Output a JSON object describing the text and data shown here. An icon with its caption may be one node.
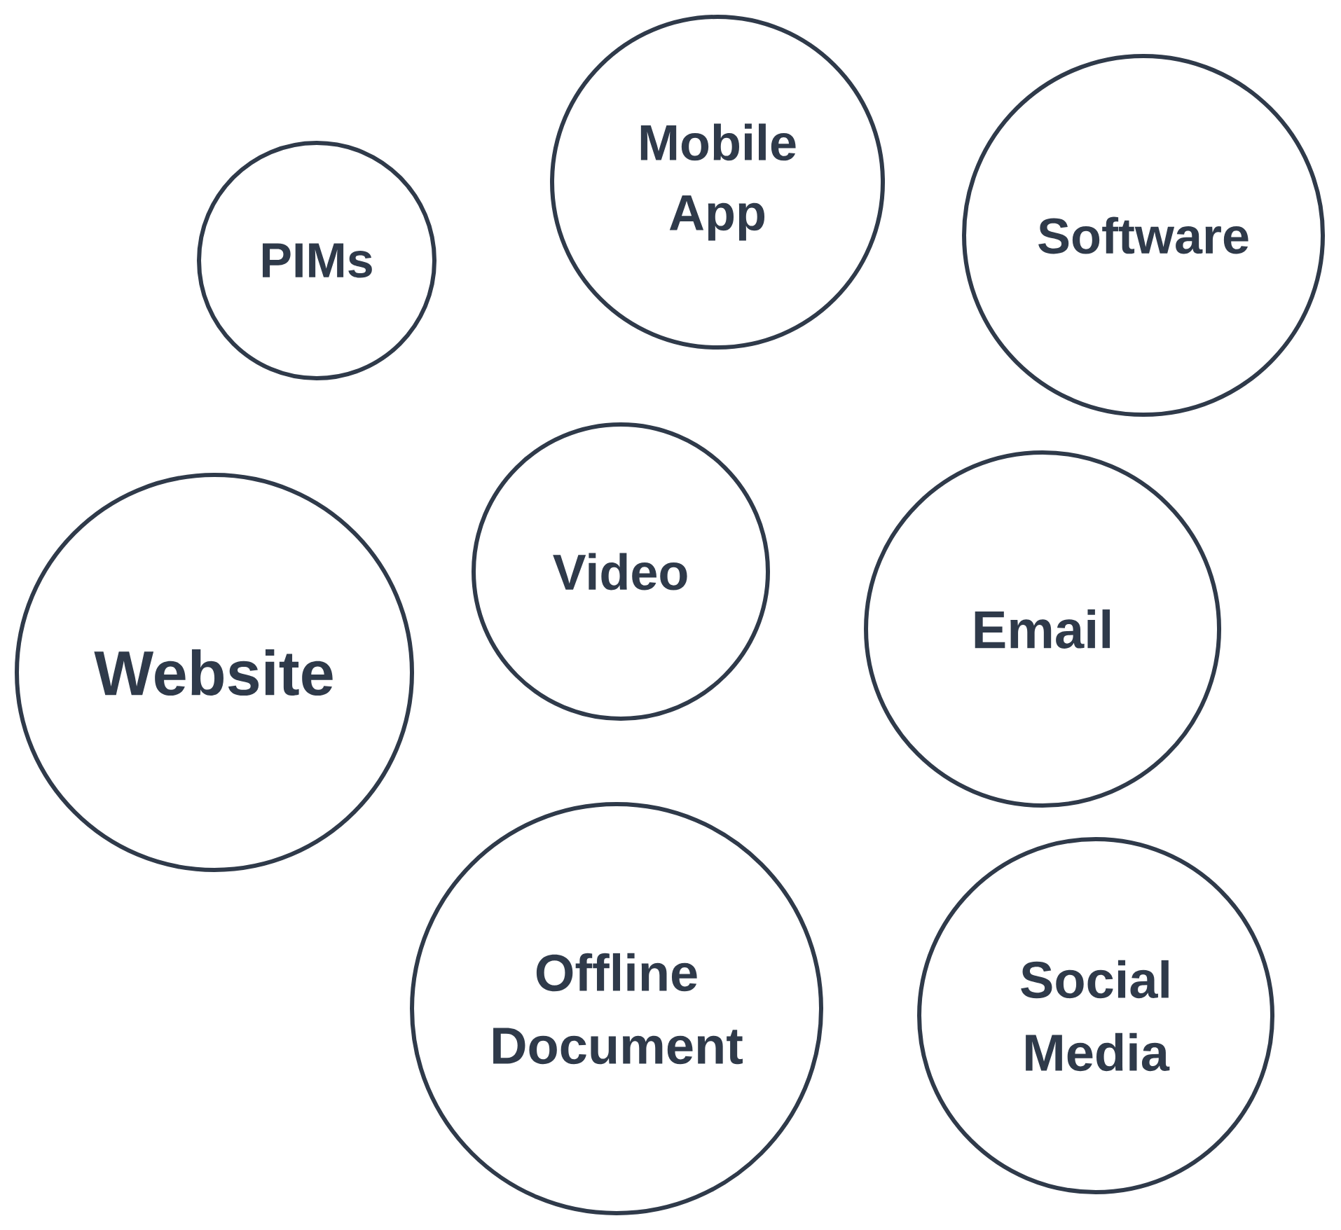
{
  "diagram": {
    "nodes": [
      {
        "text": [
          "PIMs"
        ]
      },
      {
        "text": [
          "Mobile App"
        ]
      },
      {
        "text": [
          "Software"
        ]
      },
      {
        "text": [
          "Video"
        ]
      },
      {
        "text": [
          "Website"
        ]
      },
      {
        "text": [
          "Email"
        ]
      },
      {
        "text": [
          "Offline Document"
        ]
      },
      {
        "text": [
          "Social Media"
        ]
      }
    ]
  }
}
